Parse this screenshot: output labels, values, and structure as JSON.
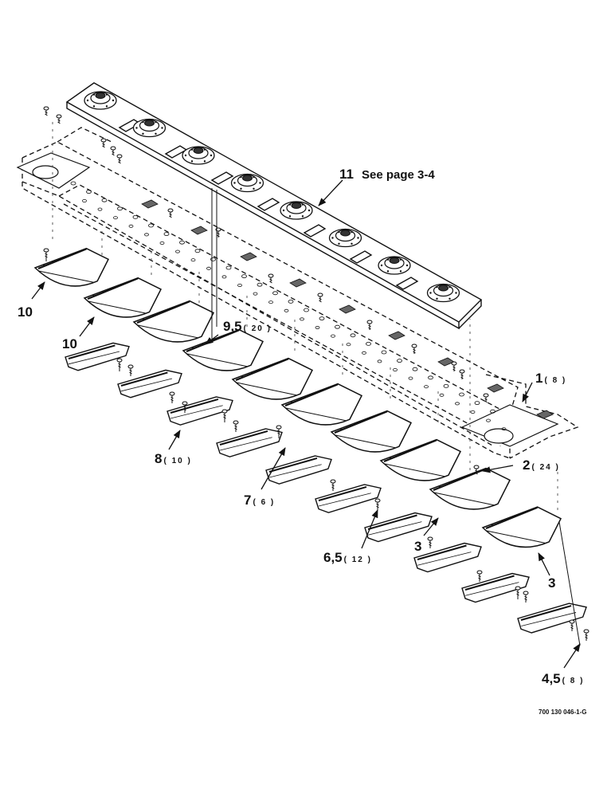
{
  "drawing_number": "700 130 046-1-G",
  "callouts": {
    "c11": {
      "num": "11",
      "text": "See page 3-4"
    },
    "c10a": {
      "num": "10"
    },
    "c10b": {
      "num": "10"
    },
    "c9": {
      "num": "9,5",
      "qty": "( 20 )"
    },
    "c1": {
      "num": "1",
      "qty": "( 8 )"
    },
    "c8": {
      "num": "8",
      "qty": "( 10 )"
    },
    "c2": {
      "num": "2",
      "qty": "( 24 )"
    },
    "c7": {
      "num": "7",
      "qty": "( 6 )"
    },
    "c3a": {
      "num": "3"
    },
    "c3b": {
      "num": "3"
    },
    "c6": {
      "num": "6,5",
      "qty": "( 12 )"
    },
    "c4": {
      "num": "4,5",
      "qty": "( 8 )"
    }
  }
}
